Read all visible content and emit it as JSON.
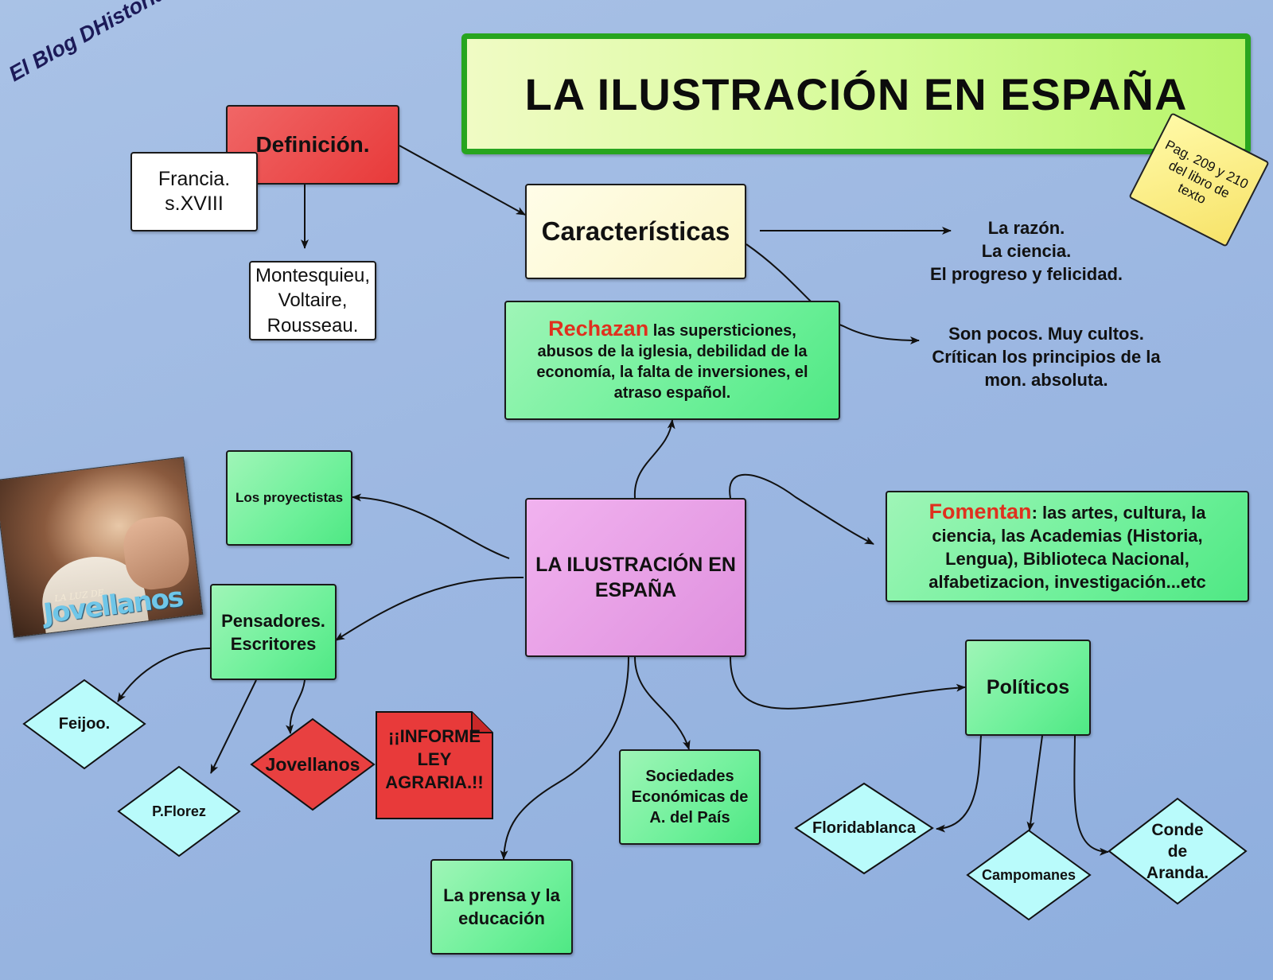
{
  "blog_label": "El Blog DHistoria",
  "title": "LA ILUSTRACIÓN EN ESPAÑA",
  "note": "Pag. 209 y 210 del libro de texto",
  "definicion": {
    "label": "Definición.",
    "francia": "Francia. s.XVIII",
    "autores": "Montesquieu, Voltaire, Rousseau."
  },
  "caracteristicas": {
    "label": "Características",
    "values": "La razón.\nLa ciencia.\nEl progreso y felicidad.",
    "ilustrados": "Son pocos. Muy cultos.\nCrítican los principios de la\nmon. absoluta."
  },
  "rechazan": {
    "keyword": "Rechazan",
    "text": " las supersticiones, abusos de la iglesia, debilidad de la economía, la falta de inversiones, el atraso español."
  },
  "center": "LA ILUSTRACIÓN EN ESPAÑA",
  "fomentan": {
    "keyword": "Fomentan",
    "text": ": las artes, cultura, la ciencia, las Academias (Historia, Lengua), Biblioteca Nacional, alfabetizacion, investigación...etc"
  },
  "proyectistas": "Los proyectistas",
  "pensadores": {
    "label": "Pensadores. Escritores",
    "feijoo": "Feijoo.",
    "florez": "P.Florez",
    "jovellanos": "Jovellanos",
    "informe": "¡¡INFORME LEY AGRARIA.!!"
  },
  "prensa": "La prensa y la educación",
  "sociedades": "Sociedades Económicas de A. del País",
  "politicos": {
    "label": "Políticos",
    "floridablanca": "Floridablanca",
    "campomanes": "Campomanes",
    "aranda": "Conde de Aranda."
  },
  "portrait": {
    "caption_small": "LA LUZ DE",
    "caption_big": "Jovellanos"
  },
  "colors": {
    "green": "#6ef09a",
    "red": "#e83a3a",
    "pink": "#df90de",
    "cyan": "#b9fbfb",
    "title_bg": "#d4fb96",
    "title_border": "#27a51f",
    "keyword_red": "#e0301e"
  }
}
